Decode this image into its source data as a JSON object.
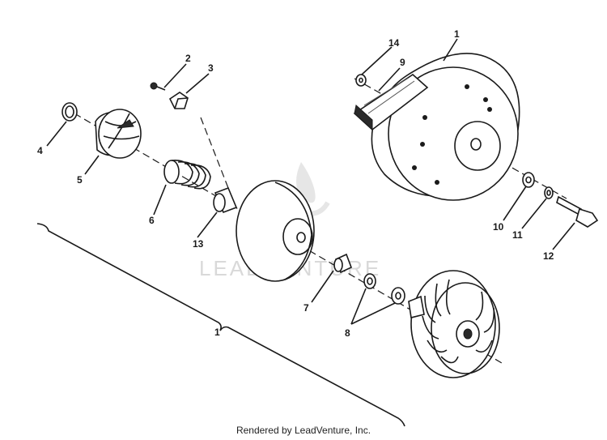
{
  "diagram": {
    "callouts": [
      "1",
      "2",
      "3",
      "4",
      "5",
      "6",
      "7",
      "8",
      "9",
      "10",
      "11",
      "12",
      "13",
      "14"
    ],
    "assembly_label": "1",
    "watermark": "LEADVENTURE",
    "footer": "Rendered by LeadVenture, Inc."
  }
}
